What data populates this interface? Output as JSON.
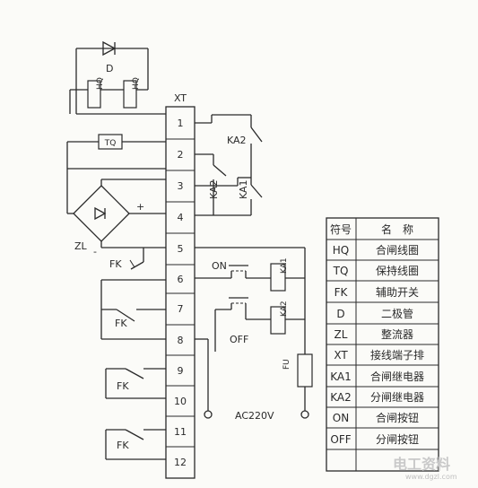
{
  "diagram": {
    "terminal_block_label": "XT",
    "terminal_numbers": [
      "1",
      "2",
      "3",
      "4",
      "5",
      "6",
      "7",
      "8",
      "9",
      "10",
      "11",
      "12"
    ],
    "component_labels": {
      "diode": "D",
      "hold_coil": "TQ",
      "close_coil_1": "HQ",
      "close_coil_2": "HQ",
      "rectifier": "ZL",
      "rectifier_plus": "+",
      "rectifier_minus": "-",
      "relay_contact_top": "KA2",
      "relay_contact_a": "KA2",
      "relay_contact_b": "KA1",
      "aux_switch_1": "FK",
      "aux_switch_2": "FK",
      "aux_switch_3": "FK",
      "aux_switch_4": "FK",
      "button_on": "ON",
      "button_off": "OFF",
      "relay_coil_1": "KA1",
      "relay_coil_2": "KA2",
      "fuse": "FU",
      "supply": "AC220V"
    },
    "legend": {
      "header": [
        "符号",
        "名　称"
      ],
      "rows": [
        [
          "HQ",
          "合闸线圈"
        ],
        [
          "TQ",
          "保持线圈"
        ],
        [
          "FK",
          "辅助开关"
        ],
        [
          "D",
          "二极管"
        ],
        [
          "ZL",
          "整流器"
        ],
        [
          "XT",
          "接线端子排"
        ],
        [
          "KA1",
          "合闸继电器"
        ],
        [
          "KA2",
          "分闸继电器"
        ],
        [
          "ON",
          "合闸按钮"
        ],
        [
          "OFF",
          "分闸按钮"
        ]
      ]
    },
    "watermark": {
      "brand": "电工资料",
      "url": "www.dgzl.com"
    }
  }
}
